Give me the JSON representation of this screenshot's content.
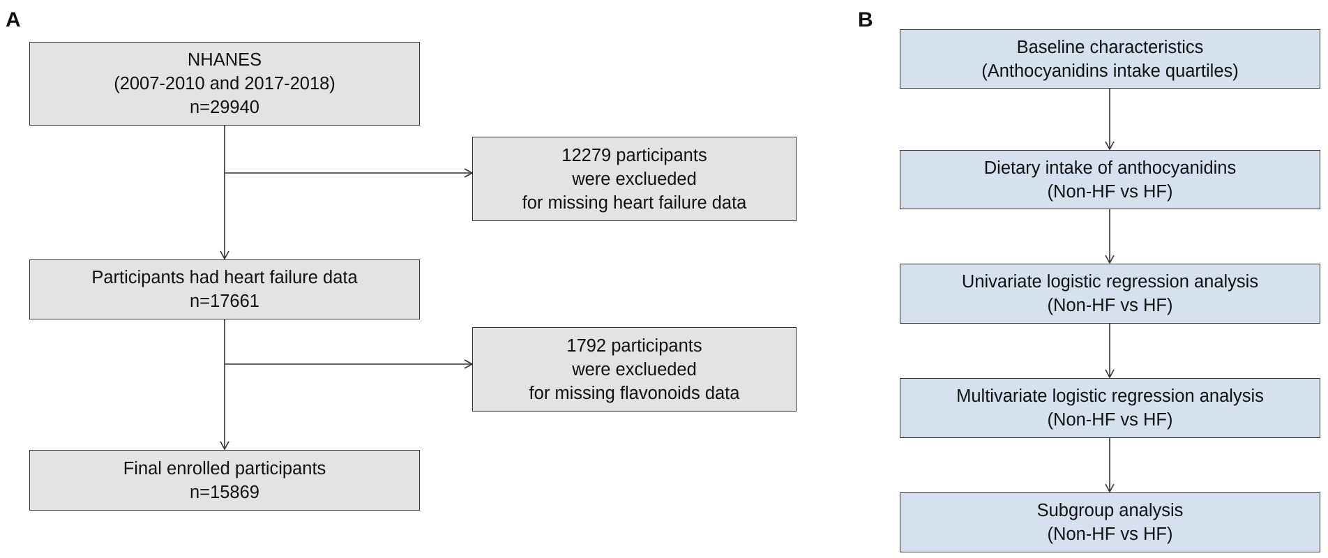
{
  "panels": {
    "a": {
      "label": "A",
      "nhanes": {
        "line1": "NHANES",
        "line2": "(2007-2010 and 2017-2018)",
        "line3": "n=29940"
      },
      "exclusion1": {
        "line1": "12279 participants",
        "line2": "were exclueded",
        "line3": "for missing heart failure data"
      },
      "hf_data": {
        "line1": "Participants had heart failure data",
        "line2": "n=17661"
      },
      "exclusion2": {
        "line1": "1792 participants",
        "line2": "were exclueded",
        "line3": "for missing flavonoids data"
      },
      "final": {
        "line1": "Final enrolled participants",
        "line2": "n=15869"
      }
    },
    "b": {
      "label": "B",
      "steps": [
        {
          "line1": "Baseline characteristics",
          "line2": "(Anthocyanidins intake quartiles)"
        },
        {
          "line1": "Dietary intake of anthocyanidins",
          "line2": "(Non-HF vs HF)"
        },
        {
          "line1": "Univariate logistic regression analysis",
          "line2": "(Non-HF vs HF)"
        },
        {
          "line1": "Multivariate logistic regression analysis",
          "line2": "(Non-HF vs HF)"
        },
        {
          "line1": "Subgroup analysis",
          "line2": "(Non-HF vs HF)"
        }
      ]
    }
  },
  "colors": {
    "gray_box": "#e3e3e3",
    "blue_box": "#d5e1ee",
    "stroke": "#333333"
  }
}
